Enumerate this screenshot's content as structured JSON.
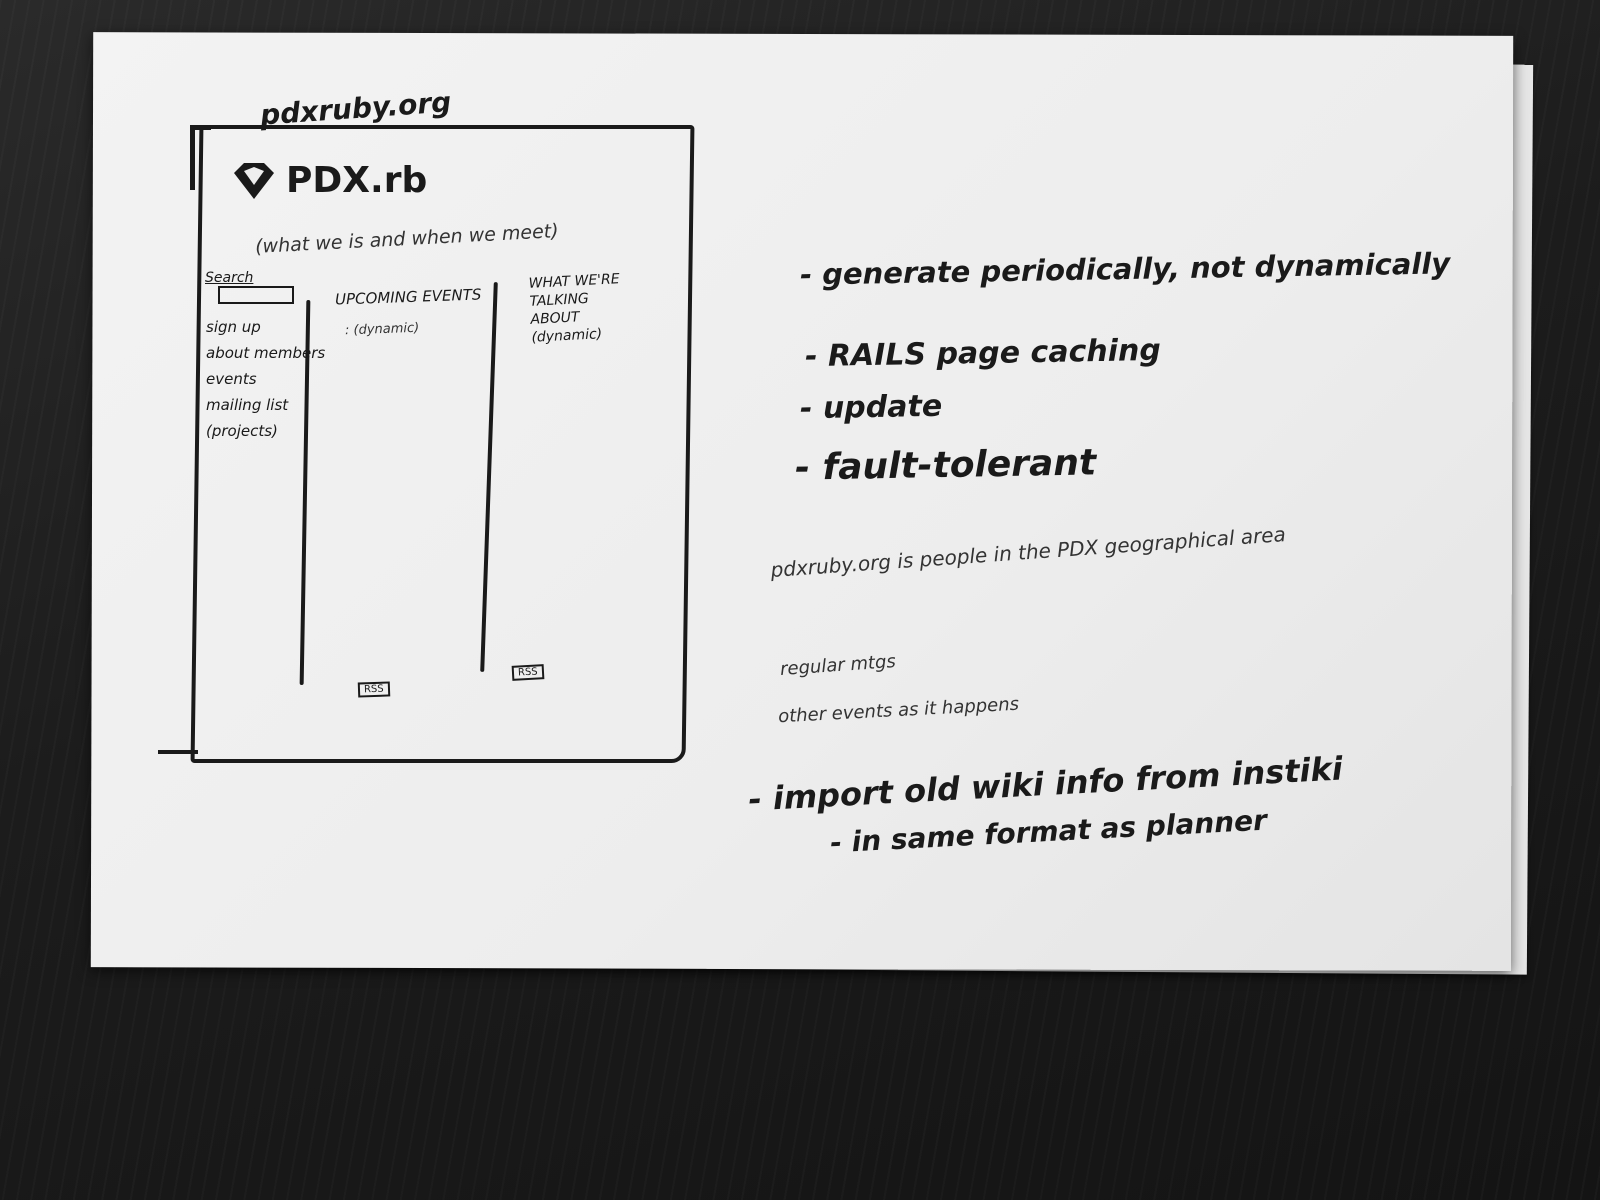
{
  "sketch": {
    "url_label": "pdxruby.org",
    "logo_text": "PDX.rb",
    "tagline": "(what we is and when we meet)",
    "search_label": "Search",
    "nav_items": [
      "sign up",
      "about members",
      "events",
      "mailing list",
      "(projects)"
    ],
    "events_heading": "UPCOMING EVENTS",
    "events_dynamic": ": (dynamic)",
    "talking_heading": "WHAT WE'RE TALKING ABOUT (dynamic)",
    "rss_label_1": "RSS",
    "rss_label_2": "RSS"
  },
  "notes": {
    "line1": "- generate periodically, not dynamically",
    "line2": "- RAILS page caching",
    "line3": "- update",
    "line4": "- fault-tolerant",
    "desc1": "pdxruby.org is people in the PDX geographical area",
    "desc2": "regular mtgs",
    "desc3": "other events as it happens",
    "line5": "- import old wiki info from instiki",
    "line6": "- in same format as planner"
  }
}
